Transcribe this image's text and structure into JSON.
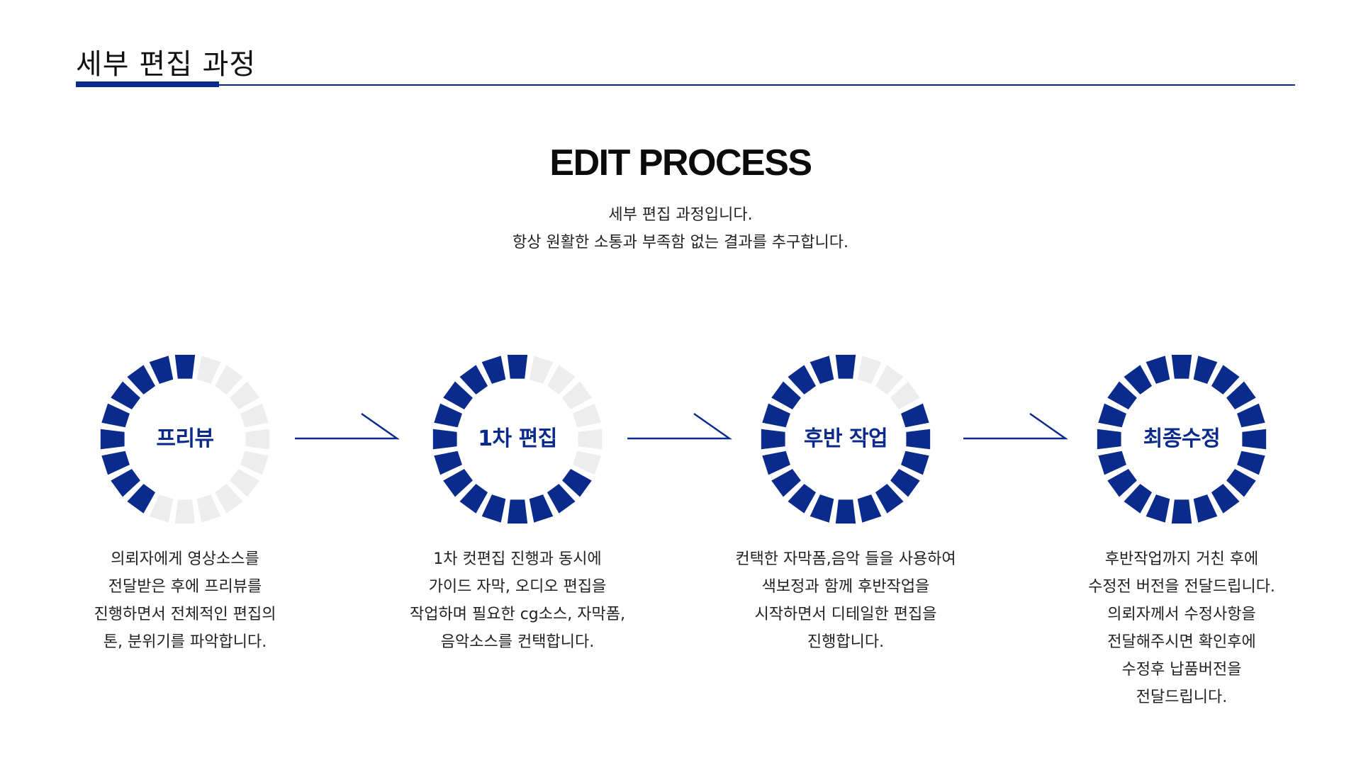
{
  "header": {
    "title": "세부 편집 과정"
  },
  "hero": {
    "title": "EDIT PROCESS",
    "subtitle_line1": "세부 편집 과정입니다.",
    "subtitle_line2": "항상 원활한 소통과 부족함 없는 결과를 추구합니다."
  },
  "colors": {
    "accent": "#0a2b8c",
    "inactive": "#ededed"
  },
  "steps": [
    {
      "label": "프리뷰",
      "progress_segments_filled": 9,
      "progress_segments_total": 20,
      "description": "의뢰자에게 영상소스를\n전달받은 후에 프리뷰를\n진행하면서 전체적인 편집의\n톤, 분위기를 파악합니다."
    },
    {
      "label": "1차 편집",
      "progress_segments_filled": 14,
      "progress_segments_total": 20,
      "description": "1차 컷편집 진행과 동시에\n가이드 자막, 오디오 편집을\n작업하며 필요한 cg소스, 자막폼,\n음악소스를 컨택합니다."
    },
    {
      "label": "후반 작업",
      "progress_segments_filled": 17,
      "progress_segments_total": 20,
      "description": "컨택한 자막폼,음악 들을 사용하여\n색보정과 함께 후반작업을\n시작하면서 디테일한 편집을\n진행합니다."
    },
    {
      "label": "최종수정",
      "progress_segments_filled": 20,
      "progress_segments_total": 20,
      "description": "후반작업까지 거친 후에\n수정전 버전을 전달드립니다.\n의뢰자께서 수정사항을\n전달해주시면 확인후에\n수정후 납품버전을\n전달드립니다."
    }
  ]
}
